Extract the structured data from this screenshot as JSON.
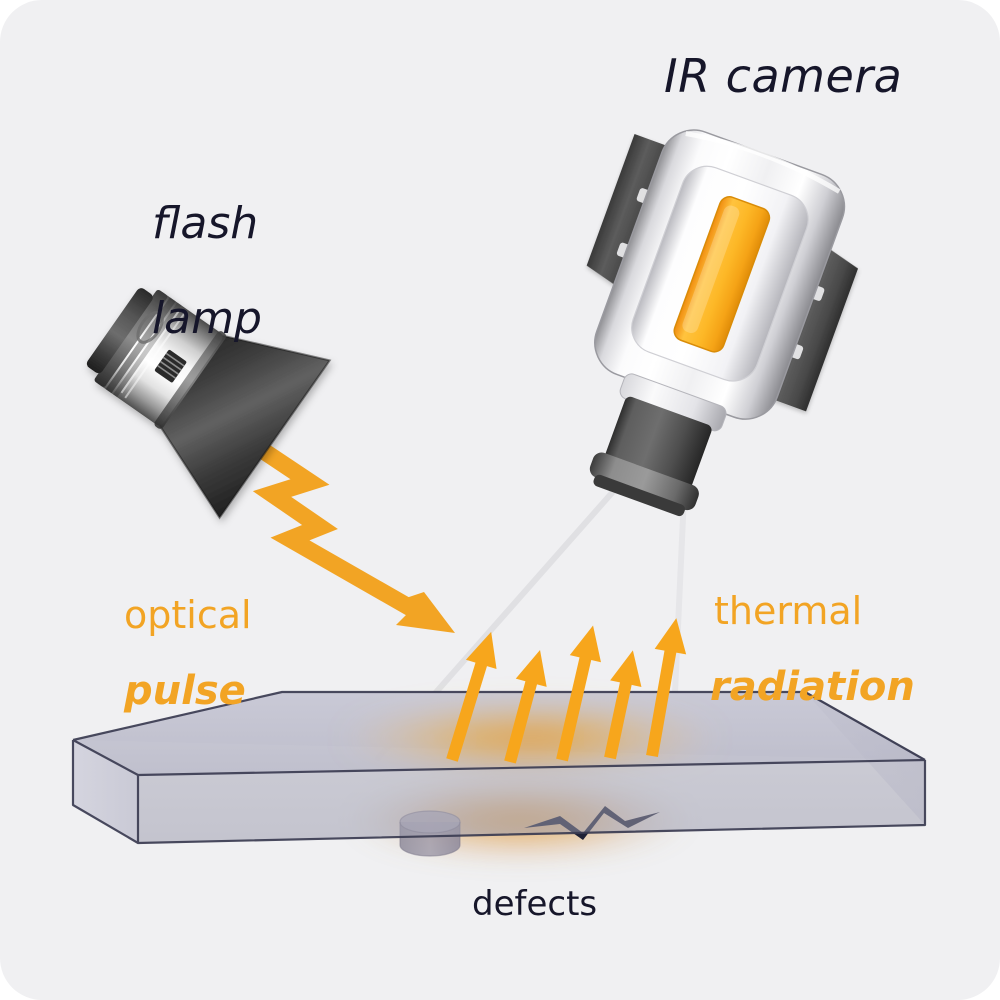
{
  "figure": {
    "title": "Pulsed thermography inspection setup",
    "background_color": "#f0f0f2",
    "accent_orange": "#f2a424",
    "accent_orange_light": "#fcbf3f",
    "ink_color": "#16162a",
    "metal_dark": "#4a4a4a",
    "metal_light": "#f4f4f6"
  },
  "labels": {
    "ir_camera": "IR camera",
    "flash_lamp_line1": "flash",
    "flash_lamp_line2": "lamp",
    "optical_line1": "optical",
    "optical_line2": "pulse",
    "thermal_line1": "thermal",
    "thermal_line2": "radiation",
    "defects": "defects"
  },
  "icons": {
    "ir_camera": "ir-camera-icon",
    "flash_lamp": "flash-lamp-icon",
    "optical_pulse_arrow": "lightning-arrow-icon",
    "thermal_arrow": "up-arrow-icon",
    "fov_line": "field-of-view-line-icon",
    "specimen": "specimen-slab-icon",
    "defect_disc": "disc-defect-icon",
    "defect_crack": "crack-defect-icon",
    "heat_glow": "heat-glow-icon"
  },
  "diagram_data": {
    "type": "schematic",
    "components": [
      {
        "name": "flash lamp",
        "role": "excitation source",
        "position": "upper-left"
      },
      {
        "name": "IR camera",
        "role": "thermal detector",
        "position": "upper-right"
      },
      {
        "name": "specimen",
        "role": "inspected part",
        "position": "bottom"
      }
    ],
    "flows": [
      {
        "name": "optical pulse",
        "from": "flash lamp",
        "to": "specimen surface",
        "style": "zigzag arrow",
        "color": "#f2a424"
      },
      {
        "name": "thermal radiation",
        "from": "specimen surface",
        "to": "IR camera",
        "style": "straight arrows",
        "color": "#f2a424",
        "count": 5
      },
      {
        "name": "field of view",
        "from": "IR camera",
        "to": "specimen surface",
        "style": "thin gray lines",
        "count": 2
      }
    ],
    "defects": [
      {
        "name": "flat-bottom hole",
        "shape": "disc",
        "position": "left of center, subsurface"
      },
      {
        "name": "crack",
        "shape": "zigzag",
        "position": "right of center, subsurface"
      }
    ],
    "thermal_arrow_count": 5,
    "fov_line_count": 2
  }
}
